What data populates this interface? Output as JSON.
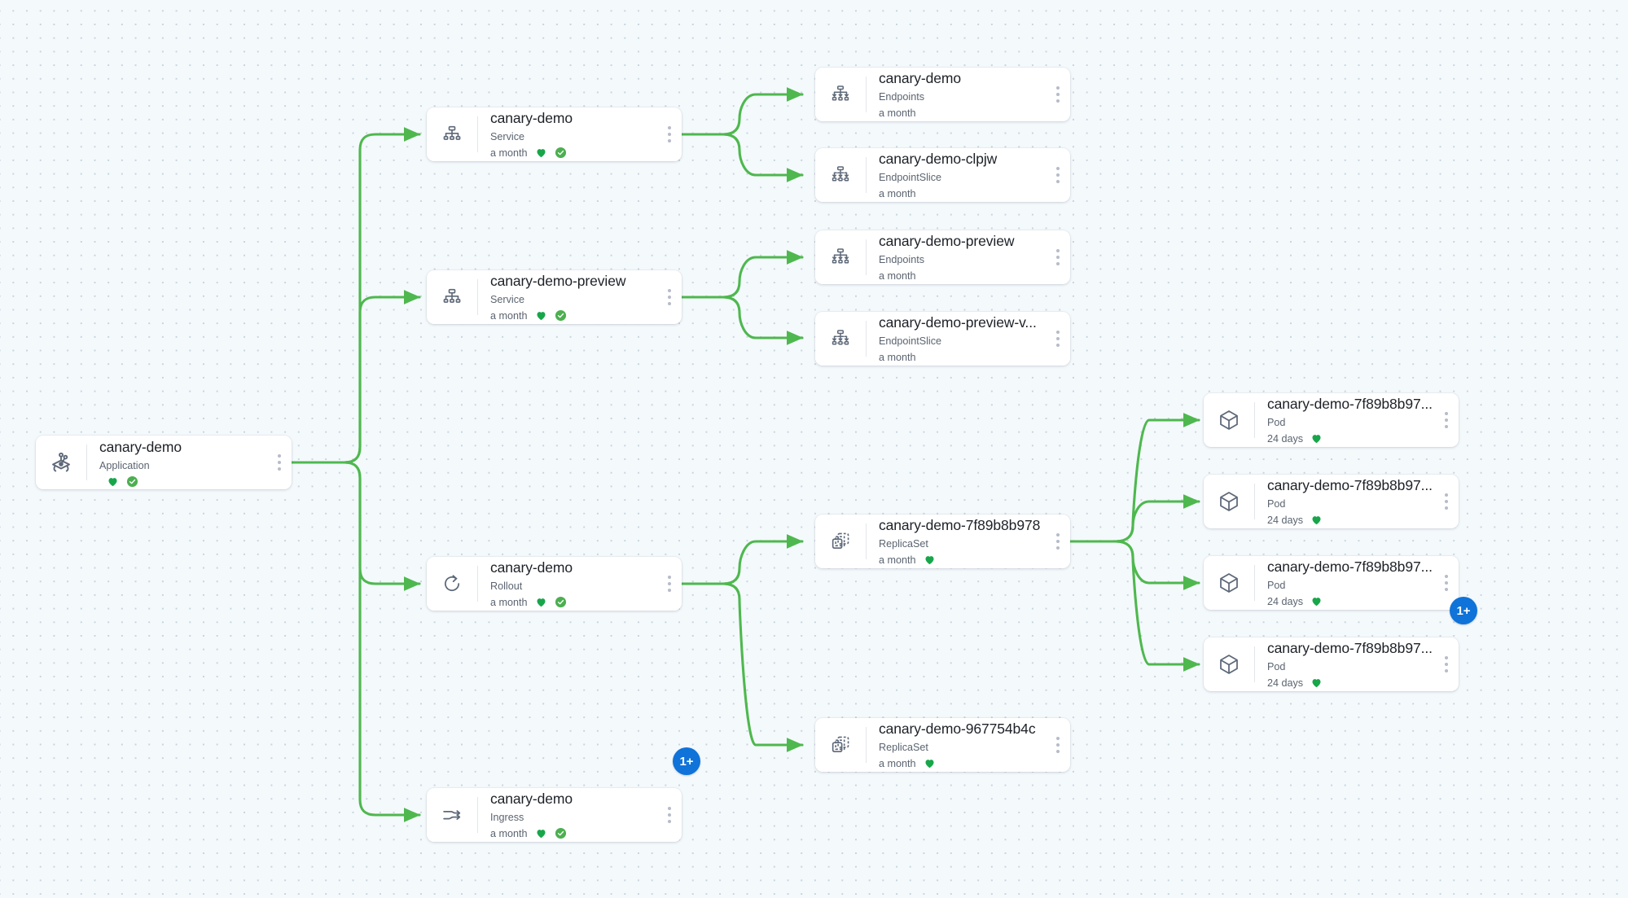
{
  "canvas": {
    "background_color": "#f4f9fc",
    "dot_color": "#c9d4dc",
    "edge_color": "#4eb84e",
    "badge_color": "#0f73d9",
    "health_color": "#18a64a",
    "sync_color": "#4caf50"
  },
  "nodes": [
    {
      "id": "app-canary-demo",
      "name": "canary-demo",
      "kind": "Application",
      "age": "",
      "icon": "argo-application-icon",
      "health": true,
      "synced": true,
      "stacked": false,
      "badge": ""
    },
    {
      "id": "svc-canary-demo",
      "name": "canary-demo",
      "kind": "Service",
      "age": "a month",
      "icon": "service-icon",
      "health": true,
      "synced": true,
      "stacked": false,
      "badge": ""
    },
    {
      "id": "svc-canary-demo-preview",
      "name": "canary-demo-preview",
      "kind": "Service",
      "age": "a month",
      "icon": "service-icon",
      "health": true,
      "synced": true,
      "stacked": false,
      "badge": ""
    },
    {
      "id": "rollout-canary-demo",
      "name": "canary-demo",
      "kind": "Rollout",
      "age": "a month",
      "icon": "rollout-icon",
      "health": true,
      "synced": true,
      "stacked": false,
      "badge": ""
    },
    {
      "id": "ingress-canary-demo",
      "name": "canary-demo",
      "kind": "Ingress",
      "age": "a month",
      "icon": "ingress-icon",
      "health": true,
      "synced": true,
      "stacked": true,
      "badge": "1+"
    },
    {
      "id": "ep-canary-demo",
      "name": "canary-demo",
      "kind": "Endpoints",
      "age": "a month",
      "icon": "endpoints-icon",
      "health": false,
      "synced": false,
      "stacked": false,
      "badge": ""
    },
    {
      "id": "eps-canary-demo-clpjw",
      "name": "canary-demo-clpjw",
      "kind": "EndpointSlice",
      "age": "a month",
      "icon": "endpointslice-icon",
      "health": false,
      "synced": false,
      "stacked": false,
      "badge": ""
    },
    {
      "id": "ep-canary-demo-preview",
      "name": "canary-demo-preview",
      "kind": "Endpoints",
      "age": "a month",
      "icon": "endpoints-icon",
      "health": false,
      "synced": false,
      "stacked": false,
      "badge": ""
    },
    {
      "id": "eps-canary-demo-preview-v",
      "name": "canary-demo-preview-v...",
      "kind": "EndpointSlice",
      "age": "a month",
      "icon": "endpointslice-icon",
      "health": false,
      "synced": false,
      "stacked": false,
      "badge": ""
    },
    {
      "id": "rs-7f89b8b978",
      "name": "canary-demo-7f89b8b978",
      "kind": "ReplicaSet",
      "age": "a month",
      "icon": "replicaset-icon",
      "health": true,
      "synced": false,
      "stacked": false,
      "badge": ""
    },
    {
      "id": "rs-967754b4c",
      "name": "canary-demo-967754b4c",
      "kind": "ReplicaSet",
      "age": "a month",
      "icon": "replicaset-icon",
      "health": true,
      "synced": false,
      "stacked": false,
      "badge": ""
    },
    {
      "id": "pod-1",
      "name": "canary-demo-7f89b8b97...",
      "kind": "Pod",
      "age": "24 days",
      "icon": "pod-icon",
      "health": true,
      "synced": false,
      "stacked": false,
      "badge": ""
    },
    {
      "id": "pod-2",
      "name": "canary-demo-7f89b8b97...",
      "kind": "Pod",
      "age": "24 days",
      "icon": "pod-icon",
      "health": true,
      "synced": false,
      "stacked": false,
      "badge": ""
    },
    {
      "id": "pod-3",
      "name": "canary-demo-7f89b8b97...",
      "kind": "Pod",
      "age": "24 days",
      "icon": "pod-icon",
      "health": true,
      "synced": false,
      "stacked": false,
      "badge": ""
    },
    {
      "id": "pod-4",
      "name": "canary-demo-7f89b8b97...",
      "kind": "Pod",
      "age": "24 days",
      "icon": "pod-icon",
      "health": true,
      "synced": false,
      "stacked": true,
      "badge": "1+"
    }
  ]
}
